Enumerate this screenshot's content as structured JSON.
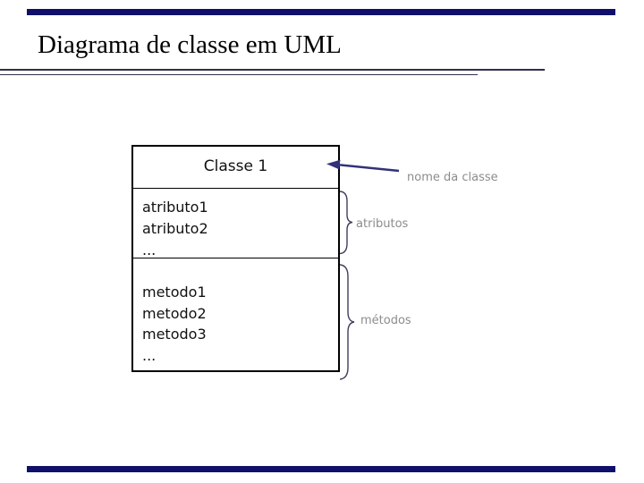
{
  "slide": {
    "title": "Diagrama de classe em UML",
    "accent_bar_color": "#10106b",
    "rule_color": "#2f2f4f"
  },
  "uml_class": {
    "name": "Classe 1",
    "attributes": [
      "atributo1",
      "atributo2",
      "..."
    ],
    "methods": [
      "metodo1",
      "metodo2",
      "metodo3",
      "..."
    ]
  },
  "annotations": {
    "class_name_label": "nome da classe",
    "attributes_label": "atributos",
    "methods_label": "métodos",
    "label_color": "#8c8c8c",
    "arrow_color": "#32327a",
    "brace_color": "#3f3f5f"
  }
}
